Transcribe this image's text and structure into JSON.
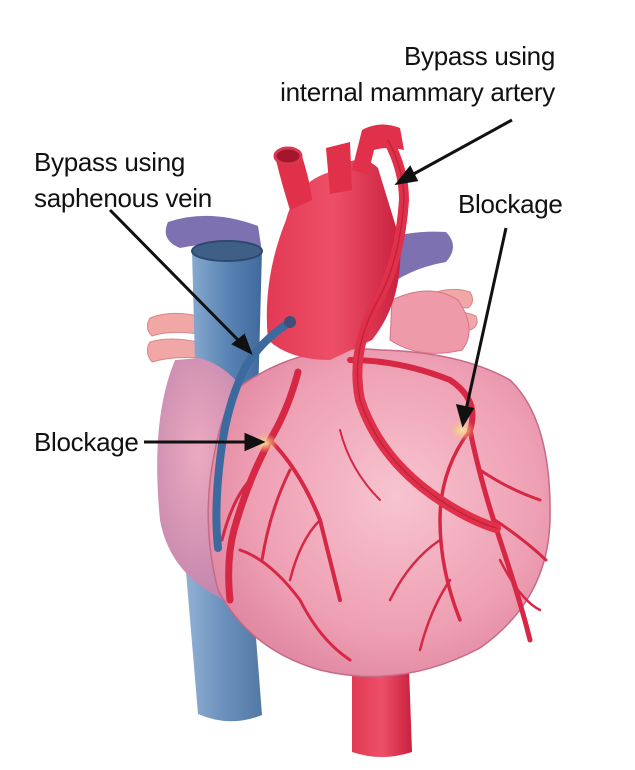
{
  "labels": {
    "bypass_artery_line1": "Bypass using",
    "bypass_artery_line2": "internal mammary artery",
    "bypass_vein_line1": "Bypass using",
    "bypass_vein_line2": "saphenous vein",
    "blockage_right": "Blockage",
    "blockage_left": "Blockage"
  },
  "colors": {
    "heart_pink": "#f0a8b8",
    "artery_red": "#e0304a",
    "vein_blue": "#4f79a8",
    "vessel_purple": "#6e60a8",
    "blockage_yellow": "#f4d27a",
    "arrow": "#111111"
  }
}
